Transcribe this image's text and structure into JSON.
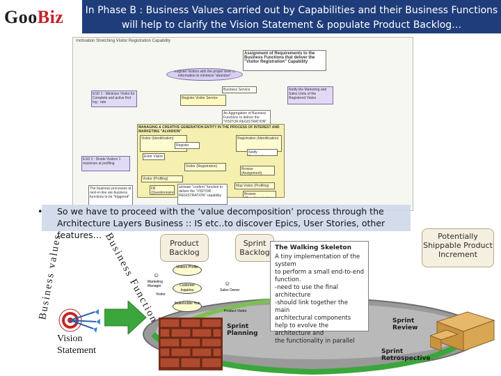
{
  "logo": {
    "prefix": "Goo",
    "suffix": "Biz"
  },
  "colors": {
    "title_bar": "#1f3d7a",
    "logo_accent": "#c8202a",
    "arrow_green": "#3aa63c",
    "bricks": "#a8432a"
  },
  "title": "In Phase B : Business Values carried out by Capabilities and their Business Functions will help to clarify the Vision Statement & populate Product Backlog…",
  "diagram": {
    "header": "motivation Stretching Visitor Registration Capability",
    "assignment_note": "Assignment of Requirements to the Business Functions that deliver the \"Visitor Registration\" Capability",
    "goal_top": "Register Visitors with the proper level of information to minimize \"abandon\"",
    "business_service": "Business Service",
    "register_service": "Register Visitor Service",
    "req_left": "ESD 1 : Minimize Visitor for Complete and active first log : rate",
    "notify_req": "Notify the Marketing and Sales Units of the Registered Visitor",
    "aggregation_note": "An Aggregation of Business Functions to deliver the \"VISITOR REGISTRATION\" Capability",
    "capability_title": "MANAGING & CREATIVE GENERATION ENTITY IN THE PROCESS OF INTEREST AND MARKETING \"ALVARION\"",
    "func_identification": "Visitor (Identification)",
    "func_registration": "Registration (Identification)",
    "func_register": "Register",
    "func_notify": "Notify Registration",
    "func_enter": "Enter Visitor",
    "func_visitor_reg": "Visitor (Registration)",
    "func_browse": "Browse (Assignment)",
    "func_profiling": "Visitor (Profiling)",
    "func_fill": "Fill (Questionnaire)",
    "func_map": "Map Visitor (Profiling)",
    "func_browse2": "Browse (Questionnaire)",
    "req_left2": "ESD 2 : Divide Visitors 1 maximize at profiling",
    "note_bottom_left": "The business processes at next-in-line are business functions to be \"triggered\"",
    "note_bottom_mid": "activate \"confirm\" function to deliver the \"VISITOR REGISTRATION\" capability"
  },
  "bullet": {
    "marker": "•",
    "text": "So we have to proceed with the ‘value decomposition’ process through the Architecture Layers Business :: IS etc..to discover Epics, User Stories, other features…"
  },
  "vertical_labels": {
    "values": "Business values",
    "functions": "Business Functions"
  },
  "vision": {
    "line1": "Vision",
    "line2": "Statement"
  },
  "scrum": {
    "product_backlog": "Product Backlog",
    "sprint_backlog": "Sprint Backlog",
    "potentially": "Potentially Shippable Product Increment",
    "sprint_planning": "Sprint Planning",
    "sprint_review": "Sprint Review",
    "sprint_retro": "Sprint Retrospective",
    "skeleton_title": "The Walking Skeleton",
    "skeleton_lines": [
      "A tiny implementation of the system",
      "to perform a small end-to-end",
      "function.",
      "-need to use the final architecture",
      "-should link together the main",
      "architectural components",
      " help to evolve the architecture and",
      "the functionality in parallel"
    ]
  },
  "usecase": {
    "u1": "Visitors Profile",
    "u2": "Customer Inquiries",
    "u3": "Stakeholder Hub",
    "a1": "Marketing Manager",
    "a2": "Visitor",
    "a3": "Sales Owner",
    "a4": "Product Visitor"
  }
}
